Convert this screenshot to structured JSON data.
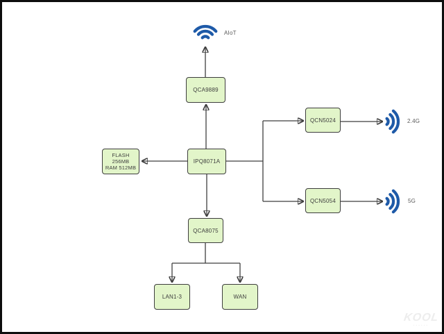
{
  "diagram": {
    "type": "hardware-block-diagram",
    "description": "Router SoC block diagram: IPQ8071A central processor connected to memory, radio chips, switch and antennas"
  },
  "nodes": {
    "qca9889": {
      "label": "QCA9889"
    },
    "ipq8071a": {
      "label": "IPQ8071A"
    },
    "memory": {
      "line1": "FLASH 256MB",
      "line2": "RAM 512MB"
    },
    "qcn5024": {
      "label": "QCN5024"
    },
    "qcn5054": {
      "label": "QCN5054"
    },
    "qca8075": {
      "label": "QCA8075"
    },
    "lan": {
      "label": "LAN1-3"
    },
    "wan": {
      "label": "WAN"
    }
  },
  "antennas": {
    "aiot": {
      "label": "AIoT"
    },
    "wifi24": {
      "label": "2.4G"
    },
    "wifi5": {
      "label": "5G"
    }
  },
  "edges": [
    {
      "from": "ipq8071a",
      "to": "qca9889"
    },
    {
      "from": "qca9889",
      "to": "aiot-antenna"
    },
    {
      "from": "ipq8071a",
      "to": "memory"
    },
    {
      "from": "ipq8071a",
      "to": "qcn5024"
    },
    {
      "from": "ipq8071a",
      "to": "qcn5054"
    },
    {
      "from": "qcn5024",
      "to": "wifi24-antenna"
    },
    {
      "from": "qcn5054",
      "to": "wifi5-antenna"
    },
    {
      "from": "ipq8071a",
      "to": "qca8075"
    },
    {
      "from": "qca8075",
      "to": "lan"
    },
    {
      "from": "qca8075",
      "to": "wan"
    }
  ],
  "colors": {
    "node_fill": "#e2f5c9",
    "node_border": "#3d3d3d",
    "connector": "#3f3f3f",
    "wifi_blue": "#1e5aa8",
    "label_text": "#595959"
  },
  "watermark": {
    "logo": "KOOL",
    "sub": "▪▪▪▪▪▪"
  }
}
